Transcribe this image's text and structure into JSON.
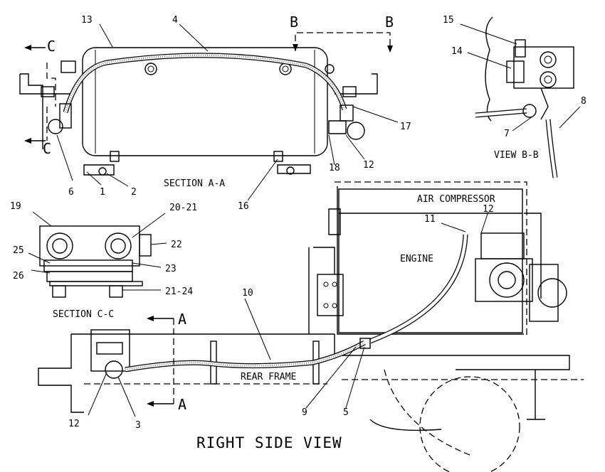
{
  "title": "RIGHT SIDE VIEW",
  "views": {
    "section_aa": "SECTION A-A",
    "section_cc": "SECTION C-C",
    "view_bb": "VIEW B-B"
  },
  "component_labels": {
    "air_compressor": "AIR COMPRESSOR",
    "engine": "ENGINE",
    "rear_frame": "REAR FRAME"
  },
  "section_markers": {
    "a_top": "A",
    "a_bottom": "A",
    "b_left": "B",
    "b_right": "B",
    "c_top": "C",
    "c_bottom": "C"
  },
  "callouts": {
    "n13": "13",
    "n4": "4",
    "n15": "15",
    "n14": "14",
    "n8": "8",
    "n7": "7",
    "n17": "17",
    "n18": "18",
    "n12a": "12",
    "n6": "6",
    "n1": "1",
    "n2": "2",
    "n16": "16",
    "n19": "19",
    "n20_21": "20-21",
    "n22": "22",
    "n25": "25",
    "n26": "26",
    "n23": "23",
    "n21_24": "21-24",
    "n11": "11",
    "n12b": "12",
    "n10": "10",
    "n12c": "12",
    "n3": "3",
    "n9": "9",
    "n5": "5"
  }
}
